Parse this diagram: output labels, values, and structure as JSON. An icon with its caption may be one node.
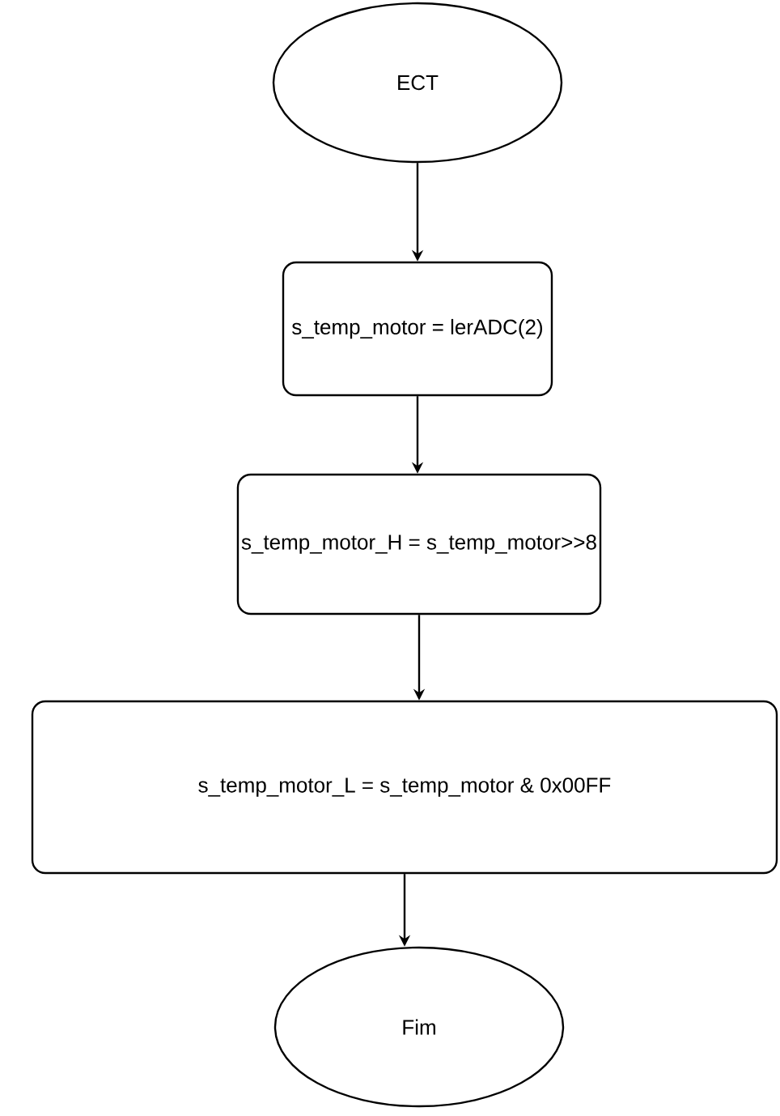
{
  "diagram": {
    "nodes": [
      {
        "text": [
          "ECT"
        ]
      },
      {
        "text": [
          "s_temp_motor = lerADC(2)"
        ]
      },
      {
        "text": [
          "s_temp_motor_H = s_temp_motor>>8"
        ]
      },
      {
        "text": [
          "s_temp_motor_L = s_temp_motor & 0x00FF"
        ]
      },
      {
        "text": [
          "Fim"
        ]
      }
    ],
    "edges": [
      {
        "from": 0,
        "to": 1,
        "arrow": "to"
      },
      {
        "from": 1,
        "to": 2,
        "arrow": "to"
      },
      {
        "from": 2,
        "to": 3,
        "arrow": "to"
      },
      {
        "from": 3,
        "to": 4,
        "arrow": "to"
      }
    ]
  }
}
